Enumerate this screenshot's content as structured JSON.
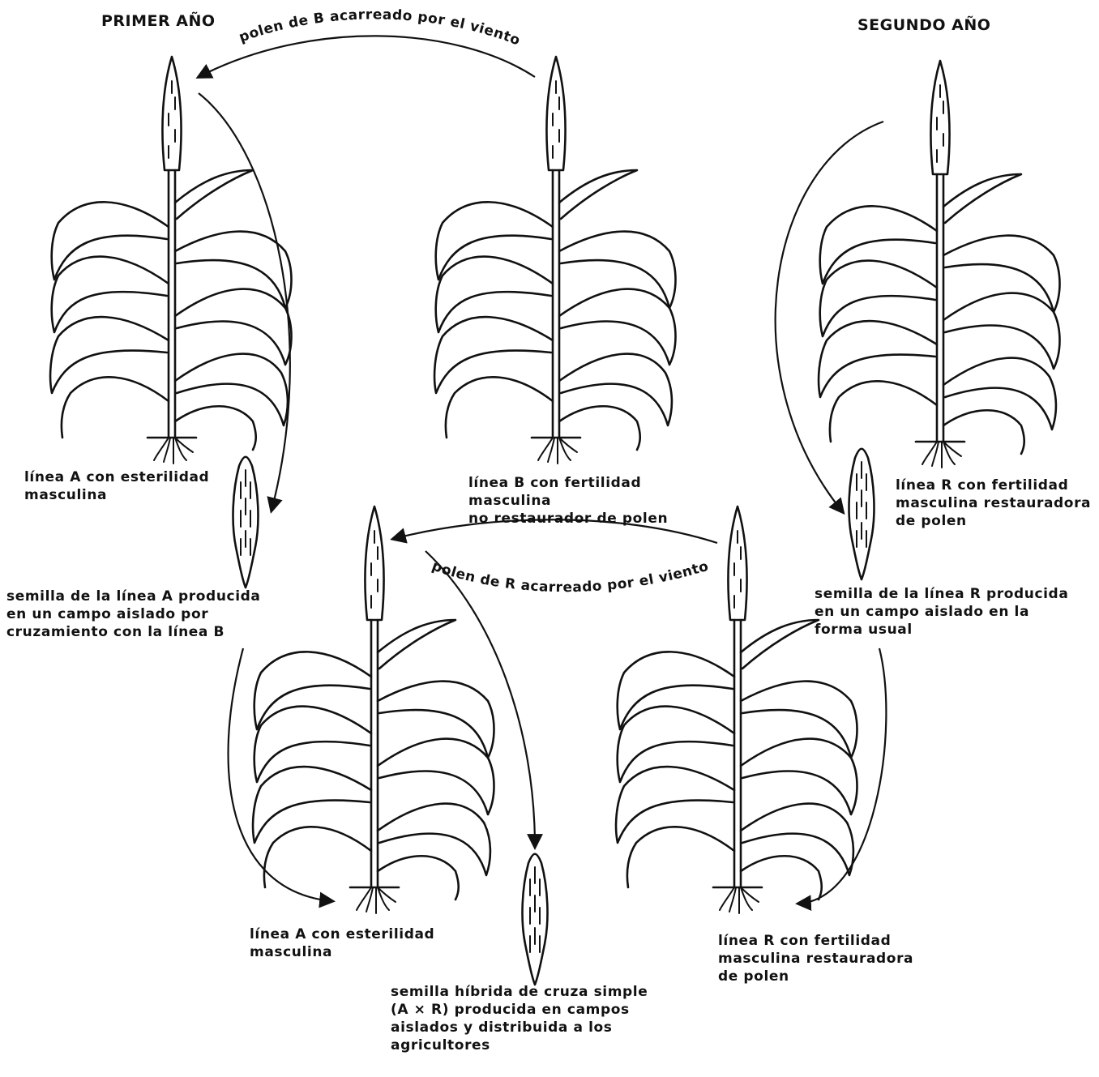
{
  "headers": {
    "first_year": "PRIMER AÑO",
    "second_year": "SEGUNDO AÑO"
  },
  "arcs": {
    "pollen_b": "polen de B acarreado por el viento",
    "pollen_r": "polen de R acarreado por el viento"
  },
  "labels": {
    "line_a_top": "línea A con esterilidad\nmasculina",
    "line_b": "línea B con fertilidad\nmasculina\nno restaurador de polen",
    "line_r_top": "línea R con fertilidad\nmasculina restauradora\nde polen",
    "seed_a": "semilla de la línea A producida\nen un campo aislado por\ncruzamiento con la línea B",
    "seed_r": "semilla de la línea R producida\nen un campo aislado en la\nforma usual",
    "line_a_bottom": "línea A con esterilidad\nmasculina",
    "line_r_bottom": "línea R con fertilidad\nmasculina restauradora\nde polen",
    "hybrid_seed": "semilla híbrida de cruza simple\n(A × R) producida en campos\naislados y distribuida a los\nagricultores"
  }
}
